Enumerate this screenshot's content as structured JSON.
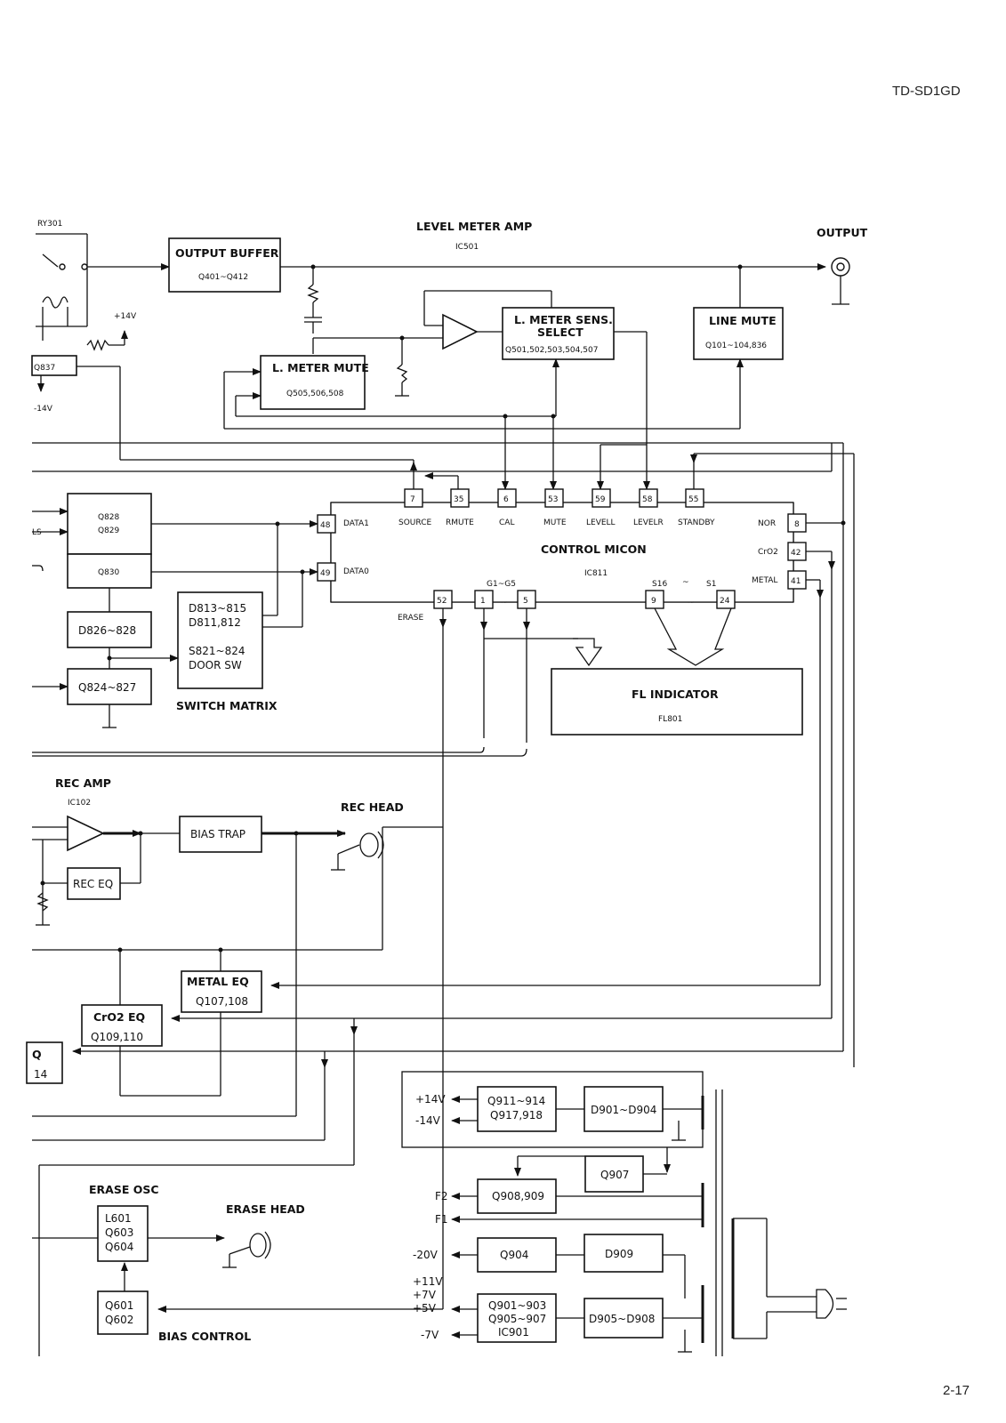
{
  "page": {
    "model": "TD-SD1GD",
    "page_number": "2-17"
  },
  "labels": {
    "ry301": "RY301",
    "level_meter_amp": "LEVEL METER AMP",
    "ic501": "IC501",
    "output": "OUTPUT",
    "plus14v_top": "+14V",
    "q837": "Q837",
    "minus14v_top": "-14V",
    "ls": "LS",
    "control_micon": "CONTROL MICON",
    "ic811": "IC811",
    "switch_matrix": "SWITCH MATRIX",
    "erase": "ERASE",
    "g_range": "G1~G5",
    "s16": "S16",
    "tilde": "~",
    "s1": "S1",
    "rec_amp": "REC AMP",
    "ic102": "IC102",
    "rec_head": "REC HEAD",
    "erase_osc": "ERASE OSC",
    "erase_head": "ERASE HEAD",
    "bias_control": "BIAS CONTROL",
    "partial_q": "Q",
    "partial_14": "14"
  },
  "blocks": {
    "output_buffer": {
      "title": "OUTPUT BUFFER",
      "sub": "Q401~Q412"
    },
    "lmeter_sens": {
      "title": "L. METER SENS.",
      "title2": "SELECT",
      "sub": "Q501,502,503,504,507"
    },
    "line_mute": {
      "title": "LINE MUTE",
      "sub": "Q101~104,836"
    },
    "lmeter_mute": {
      "title": "L. METER MUTE",
      "sub": "Q505,506,508"
    },
    "q828": {
      "line1": "Q828",
      "line2": "Q829"
    },
    "q830": {
      "line1": "Q830"
    },
    "d826": {
      "line1": "D826~828"
    },
    "q824": {
      "line1": "Q824~827"
    },
    "door_sw": {
      "line1": "D813~815",
      "line2": "D811,812",
      "line3": "S821~824",
      "line4": "DOOR SW"
    },
    "fl_indicator": {
      "title": "FL INDICATOR",
      "sub": "FL801"
    },
    "bias_trap": {
      "title": "BIAS TRAP"
    },
    "rec_eq": {
      "title": "REC EQ"
    },
    "metal_eq": {
      "title": "METAL EQ",
      "sub": "Q107,108"
    },
    "cro2_eq": {
      "title": "CrO2 EQ",
      "sub": "Q109,110"
    },
    "erase_osc": {
      "line1": "L601",
      "line2": "Q603",
      "line3": "Q604"
    },
    "q601": {
      "line1": "Q601",
      "line2": "Q602"
    },
    "q911": {
      "line1": "Q911~914",
      "line2": "Q917,918"
    },
    "d901": {
      "line1": "D901~D904"
    },
    "q907": {
      "line1": "Q907"
    },
    "q908": {
      "line1": "Q908,909"
    },
    "q904": {
      "line1": "Q904"
    },
    "d909": {
      "line1": "D909"
    },
    "q901": {
      "line1": "Q901~903",
      "line2": "Q905~907",
      "line3": "IC901"
    },
    "d905": {
      "line1": "D905~D908"
    }
  },
  "micon_pins": {
    "top": [
      {
        "num": "7",
        "name": "SOURCE"
      },
      {
        "num": "35",
        "name": "RMUTE"
      },
      {
        "num": "6",
        "name": "CAL"
      },
      {
        "num": "53",
        "name": "MUTE"
      },
      {
        "num": "59",
        "name": "LEVELL"
      },
      {
        "num": "58",
        "name": "LEVELR"
      },
      {
        "num": "55",
        "name": "STANDBY"
      }
    ],
    "left": [
      {
        "num": "48",
        "name": "DATA1"
      },
      {
        "num": "49",
        "name": "DATA0"
      }
    ],
    "right": [
      {
        "num": "8",
        "name": "NOR"
      },
      {
        "num": "42",
        "name": "CrO2"
      },
      {
        "num": "41",
        "name": "METAL"
      }
    ],
    "bottom": [
      {
        "num": "52"
      },
      {
        "num": "1"
      },
      {
        "num": "5"
      },
      {
        "num": "9"
      },
      {
        "num": "24"
      }
    ]
  },
  "power": {
    "plus14v": "+14V",
    "minus14v": "-14V",
    "f2": "F2",
    "f1": "F1",
    "minus20v": "-20V",
    "plus11v": "+11V",
    "plus7v": "+7V",
    "plus5v": "+5V",
    "minus7v": "-7V"
  }
}
